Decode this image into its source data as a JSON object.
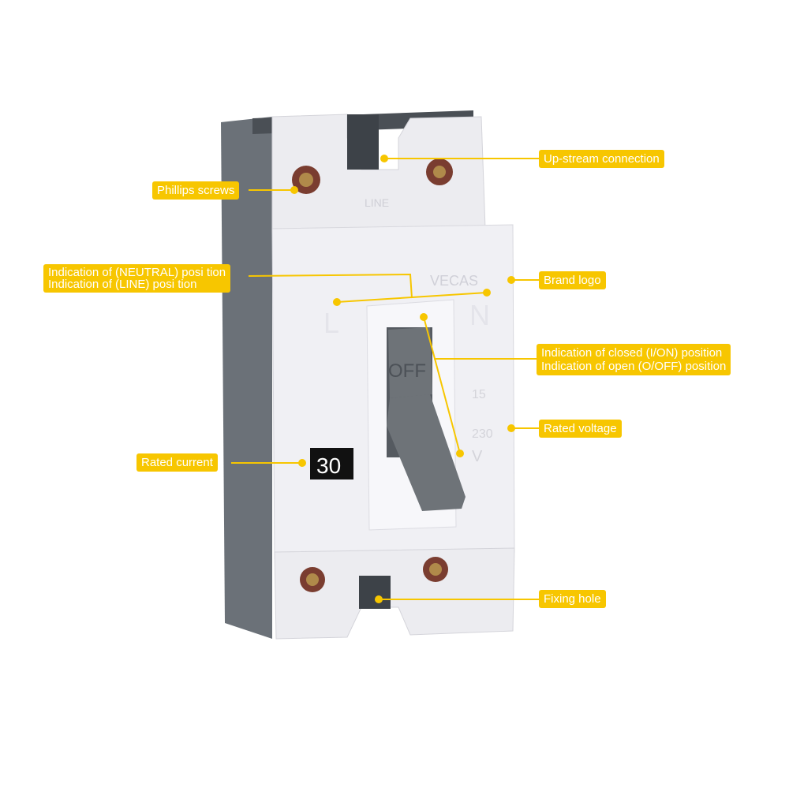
{
  "product": {
    "brand_logo_text": "VECAS",
    "terminal_marking": "LINE",
    "handle_text": "OFF",
    "rated_current_value": "30",
    "rated_voltage_marking": [
      "15",
      "230",
      "V"
    ],
    "position_markings": [
      "L",
      "N"
    ]
  },
  "callouts": {
    "upstream": "Up-stream connection",
    "screws": "Phillips screws",
    "neutral": "Indication of (NEUTRAL) posi tion",
    "line": "Indication of (LINE) posi tion",
    "brand": "Brand logo",
    "closed": "Indication of closed (I/ON) position",
    "open": "Indication of open (O/OFF) position",
    "voltage": "Rated voltage",
    "current": "Rated current",
    "fixing": "Fixing hole"
  },
  "colors": {
    "callout": "#f7c600",
    "body": "#ececf0",
    "side": "#6b7178",
    "handle": "#6e7378"
  }
}
